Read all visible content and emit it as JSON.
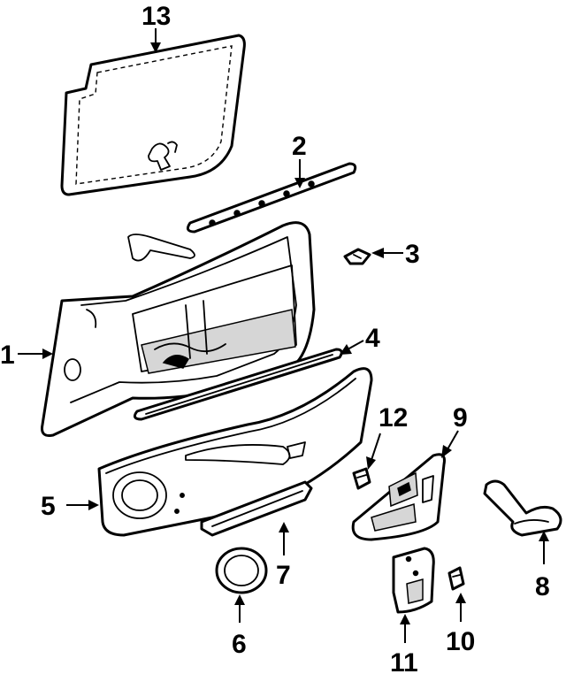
{
  "callouts": [
    {
      "id": "1",
      "label": "1"
    },
    {
      "id": "2",
      "label": "2"
    },
    {
      "id": "3",
      "label": "3"
    },
    {
      "id": "4",
      "label": "4"
    },
    {
      "id": "5",
      "label": "5"
    },
    {
      "id": "6",
      "label": "6"
    },
    {
      "id": "7",
      "label": "7"
    },
    {
      "id": "8",
      "label": "8"
    },
    {
      "id": "9",
      "label": "9"
    },
    {
      "id": "10",
      "label": "10"
    },
    {
      "id": "11",
      "label": "11"
    },
    {
      "id": "12",
      "label": "12"
    },
    {
      "id": "13",
      "label": "13"
    }
  ],
  "colors": {
    "ink": "#000000",
    "paper": "#ffffff",
    "shade": "#d6d6d6"
  }
}
